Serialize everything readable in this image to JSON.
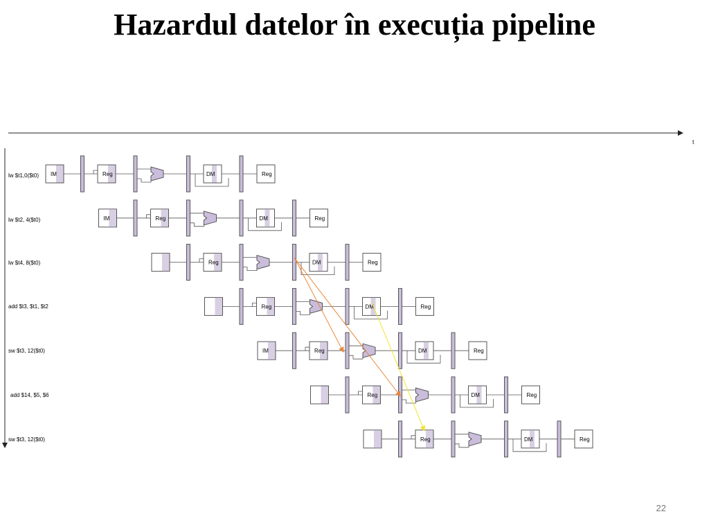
{
  "slide": {
    "title": "Hazardul datelor în execuția pipeline",
    "page_number": "22"
  },
  "diagram": {
    "time_axis_label": "t",
    "stage_labels": {
      "im": "IM",
      "reg": "Reg",
      "dm": "DM"
    },
    "instructions": [
      {
        "label": "lw $t1,0($t0)",
        "im_labeled": true
      },
      {
        "label": "lw $t2, 4($t0)",
        "im_labeled": true
      },
      {
        "label": "lw $t4, 8($t0)",
        "im_labeled": false
      },
      {
        "label": "add $t3, $t1, $t2",
        "im_labeled": false
      },
      {
        "label": "sw $t3, 12($t0)",
        "im_labeled": true
      },
      {
        "label": "add $14, $5, $6",
        "im_labeled": false
      },
      {
        "label": "sw $t3, 12($t0)",
        "im_labeled": false
      }
    ],
    "forwarding": [
      {
        "from_instruction": 2,
        "from_stage": "mem",
        "to_instruction": 4,
        "to_stage": "ex",
        "color": "#e8873a"
      },
      {
        "from_instruction": 2,
        "from_stage": "mem",
        "to_instruction": 5,
        "to_stage": "ex",
        "color": "#e8873a"
      },
      {
        "from_instruction": 3,
        "from_stage": "wb",
        "to_instruction": 6,
        "to_stage": "id",
        "color": "#f2e52a"
      }
    ],
    "colors": {
      "stage_fill": "#ffffff",
      "stage_shade": "#d8cfe3",
      "latch_fill": "#c9bddb",
      "stroke": "#555555",
      "axis": "#222222"
    }
  }
}
